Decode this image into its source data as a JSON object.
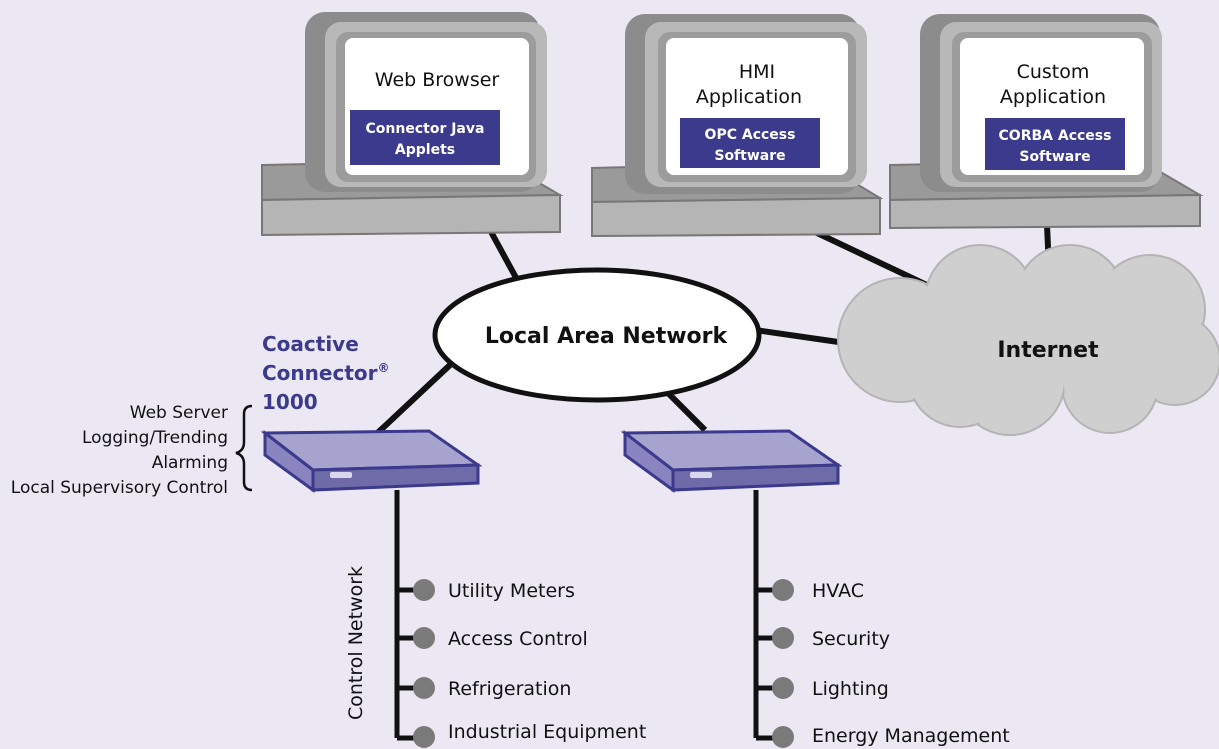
{
  "clients": [
    {
      "line1": "Web Browser",
      "line2": "",
      "software1": "Connector Java",
      "software2": "Applets"
    },
    {
      "line1": "HMI",
      "line2": "Application",
      "software1": "OPC Access",
      "software2": "Software"
    },
    {
      "line1": "Custom",
      "line2": "Application",
      "software1": "CORBA Access",
      "software2": "Software"
    }
  ],
  "lan_label": "Local Area Network",
  "internet_label": "Internet",
  "product": {
    "line1": "Coactive",
    "line2": "Connector",
    "registered": "®",
    "line3": "1000"
  },
  "features": [
    "Web Server",
    "Logging/Trending",
    "Alarming",
    "Local Supervisory Control"
  ],
  "control_network_label": "Control Network",
  "left_devices": [
    "Utility Meters",
    "Access Control",
    "Refrigeration",
    "Industrial Equipment"
  ],
  "right_devices": [
    "HVAC",
    "Security",
    "Lighting",
    "Energy Management"
  ],
  "colors": {
    "background": "#ebe8f3",
    "monitor_body": "#b8b8b8",
    "monitor_dark": "#8c8c8c",
    "screen": "#ffffff",
    "software_box": "#3b3a8c",
    "device_top": "#a7a3cf",
    "device_side": "#6f6aa8",
    "device_outline": "#3b3a8c",
    "cloud": "#cfcfcf",
    "bus_dot": "#7a7a7a"
  }
}
